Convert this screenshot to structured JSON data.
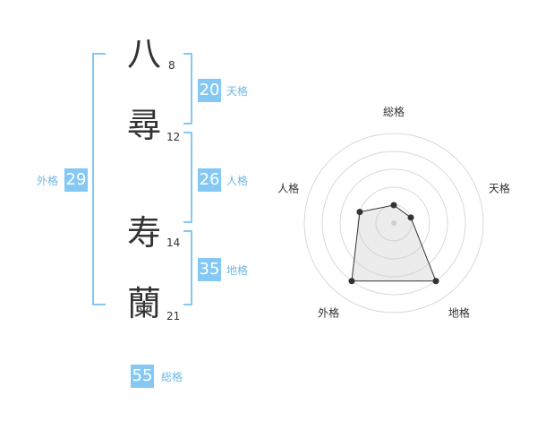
{
  "name": {
    "chars": [
      {
        "char": "八",
        "strokes": "8"
      },
      {
        "char": "尋",
        "strokes": "12"
      },
      {
        "char": "寿",
        "strokes": "14"
      },
      {
        "char": "蘭",
        "strokes": "21"
      }
    ]
  },
  "fortunes": {
    "ten": {
      "value": "20",
      "label": "天格"
    },
    "jin": {
      "value": "26",
      "label": "人格"
    },
    "chi": {
      "value": "35",
      "label": "地格"
    },
    "gai": {
      "value": "29",
      "label": "外格"
    },
    "sou": {
      "value": "55",
      "label": "総格"
    }
  },
  "colors": {
    "accent": "#84c8f3",
    "bracket": "#84c8f3",
    "accent_text": "#6eb8e6"
  },
  "chart_data": {
    "type": "radar",
    "axes": [
      "総格",
      "天格",
      "地格",
      "外格",
      "人格"
    ],
    "values": [
      1,
      1,
      4,
      4,
      2
    ],
    "rmax": 5
  }
}
